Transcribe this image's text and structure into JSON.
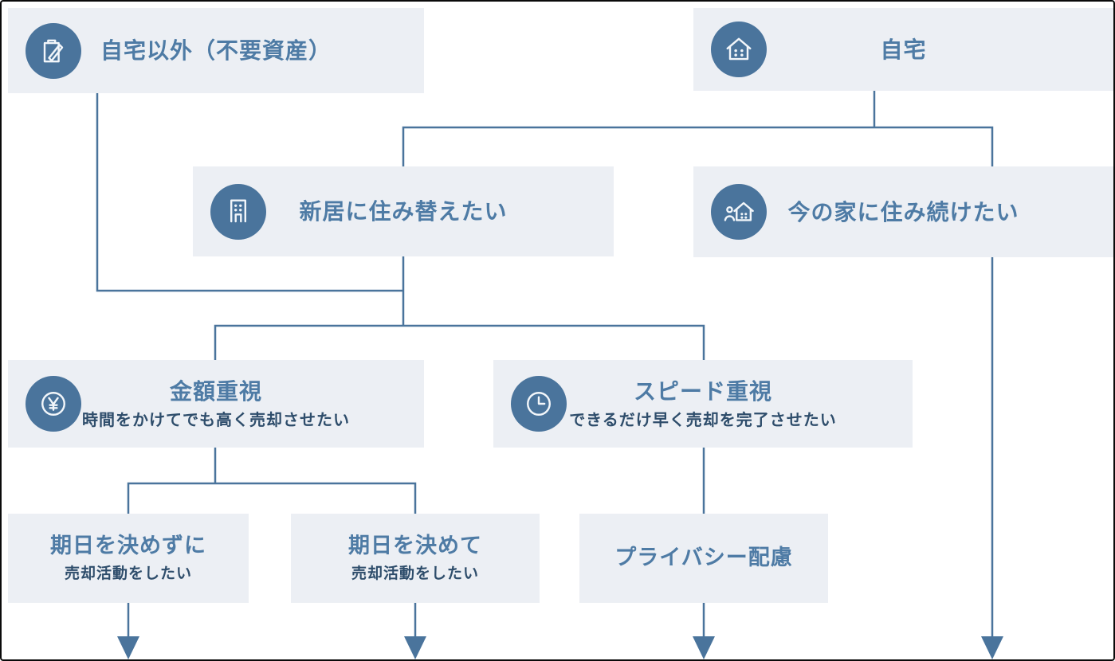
{
  "diagram": {
    "description": "不動産売却の意思決定フローチャート",
    "palette": {
      "accent_line": "#4a749c",
      "node_background": "#eceff4",
      "title_text": "#4e7ba5",
      "subtitle_text": "#2e4d6b",
      "frame_border": "#0a0a0a",
      "icon_glyph": "#f2f6fa"
    },
    "nodes": [
      {
        "id": "other-assets",
        "title": "自宅以外（不要資産）",
        "icon": "clipboard-pen-icon"
      },
      {
        "id": "own-home",
        "title": "自宅",
        "icon": "home-icon"
      },
      {
        "id": "move-new-home",
        "title": "新居に住み替えたい",
        "icon": "building-icon"
      },
      {
        "id": "stay-current-home",
        "title": "今の家に住み続けたい",
        "icon": "person-home-icon"
      },
      {
        "id": "price-priority",
        "title": "金額重視",
        "subtitle": "時間をかけてでも高く売却させたい",
        "icon": "yen-coin-icon"
      },
      {
        "id": "speed-priority",
        "title": "スピード重視",
        "subtitle": "できるだけ早く売却を完了させたい",
        "icon": "clock-icon"
      },
      {
        "id": "no-deadline",
        "title": "期日を決めずに",
        "subtitle": "売却活動をしたい"
      },
      {
        "id": "with-deadline",
        "title": "期日を決めて",
        "subtitle": "売却活動をしたい"
      },
      {
        "id": "privacy-care",
        "title": "プライバシー配慮"
      }
    ],
    "edges": [
      "自宅以外 → 新居に住み替えたい",
      "自宅 → 新居に住み替えたい",
      "自宅 → 今の家に住み続けたい",
      "新居に住み替えたい → 金額重視",
      "新居に住み替えたい → スピード重視",
      "金額重視 → 期日を決めずに",
      "金額重視 → 期日を決めて",
      "スピード重視 → プライバシー配慮",
      "期日を決めずに → ↓",
      "期日を決めて → ↓",
      "プライバシー配慮 → ↓",
      "今の家に住み続けたい → ↓"
    ]
  }
}
